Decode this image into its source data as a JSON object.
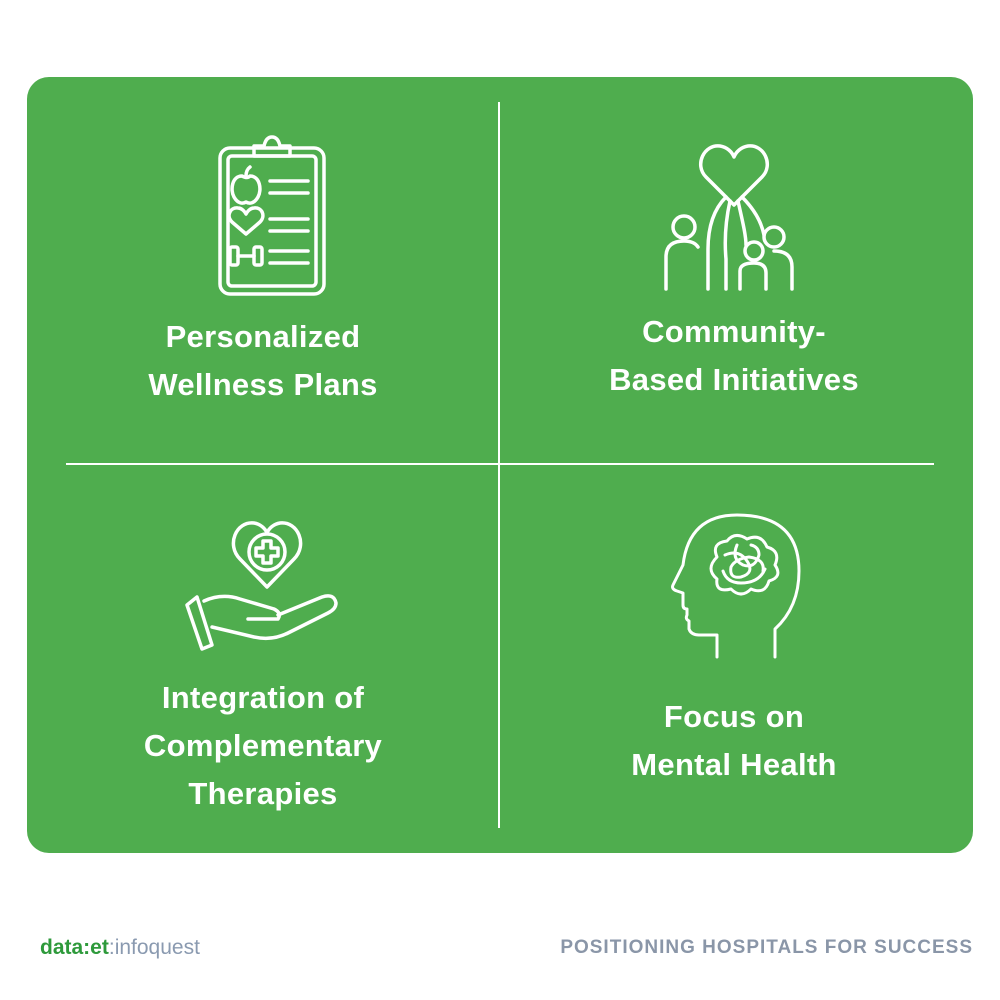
{
  "quadrants": [
    {
      "icon": "clipboard-wellness-icon",
      "lines": [
        "Personalized",
        "Wellness Plans"
      ]
    },
    {
      "icon": "community-heart-icon",
      "lines": [
        "Community-",
        "Based Initiatives"
      ]
    },
    {
      "icon": "hand-heart-icon",
      "lines": [
        "Integration of",
        "Complementary",
        "Therapies"
      ]
    },
    {
      "icon": "head-brain-icon",
      "lines": [
        "Focus on",
        "Mental Health"
      ]
    }
  ],
  "footer": {
    "brand_main": "data:et",
    "brand_sep": ":",
    "brand_sub": "infoquest",
    "tagline": "POSITIONING HOSPITALS FOR SUCCESS"
  },
  "colors": {
    "panel": "#4fad4e",
    "brand": "#2e9a3b",
    "muted": "#8a96a8",
    "foreground": "#ffffff"
  }
}
